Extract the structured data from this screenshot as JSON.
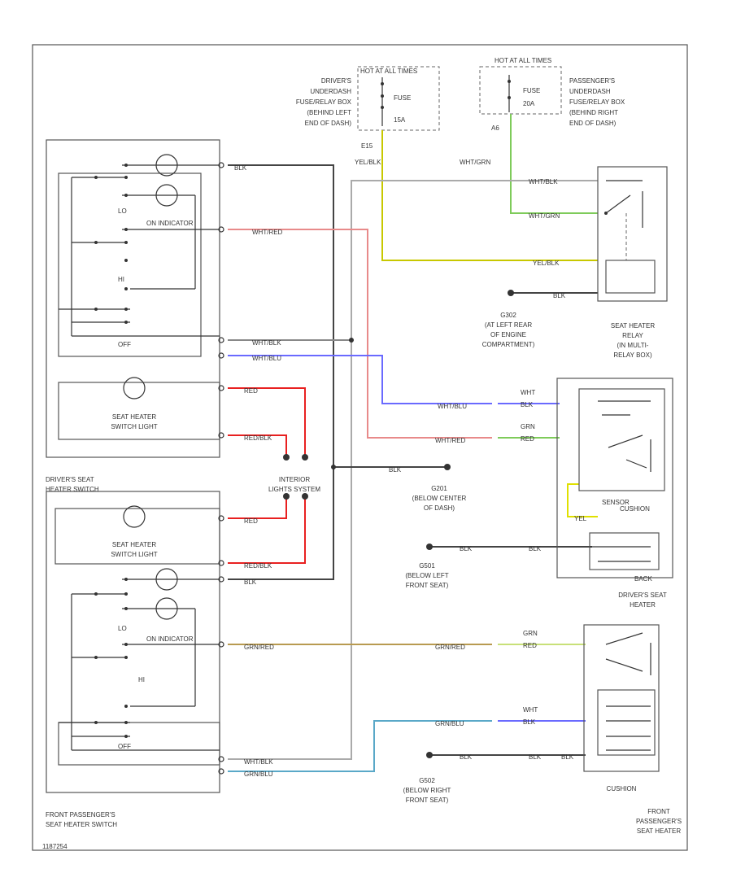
{
  "fuse_boxes": {
    "drivers": {
      "header": "HOT AT ALL TIMES",
      "fuse_label": "FUSE",
      "fuse_rating": "15A",
      "location": [
        "DRIVER'S",
        "UNDERDASH",
        "FUSE/RELAY BOX",
        "(BEHIND LEFT",
        "END OF DASH)"
      ]
    },
    "passengers": {
      "header": "HOT AT ALL TIMES",
      "fuse_label": "FUSE",
      "fuse_rating": "20A",
      "location": [
        "PASSENGER'S",
        "UNDERDASH",
        "FUSE/RELAY BOX",
        "(BEHIND RIGHT",
        "END OF DASH)"
      ]
    }
  },
  "connector_labels": {
    "e15": "E15",
    "yel_blk_top": "YEL/BLK",
    "wht_grn_top": "WHT/GRN",
    "a6": "A6"
  },
  "components": {
    "relay": [
      "SEAT HEATER",
      "RELAY",
      "(IN MULTI-",
      "RELAY BOX)"
    ],
    "g302": [
      "G302",
      "(AT LEFT REAR",
      "OF ENGINE",
      "COMPARTMENT)"
    ],
    "g201": [
      "G201",
      "(BELOW CENTER",
      "OF DASH)"
    ],
    "g501": [
      "G501",
      "(BELOW LEFT",
      "FRONT SEAT)"
    ],
    "g502": [
      "G502",
      "(BELOW RIGHT",
      "FRONT SEAT)"
    ],
    "interior_lights": [
      "INTERIOR",
      "LIGHTS SYSTEM"
    ],
    "switch_light": [
      "SEAT HEATER",
      "SWITCH LIGHT"
    ],
    "drivers_switch": [
      "DRIVER'S SEAT",
      "HEATER SWITCH"
    ],
    "passengers_switch": [
      "FRONT PASSENGER'S",
      "SEAT HEATER SWITCH"
    ],
    "drivers_heater": [
      "DRIVER'S SEAT",
      "HEATER"
    ],
    "passengers_heater": [
      "FRONT",
      "PASSENGER'S",
      "SEAT HEATER"
    ],
    "back": "BACK",
    "cushion": "CUSHION",
    "cushion_inner": "CUSHION",
    "sensor": "SENSOR"
  },
  "switch_positions": {
    "lo": "LO",
    "hi": "HI",
    "off": "OFF",
    "on_indicator": "ON INDICATOR"
  },
  "wire_labels": {
    "blk": "BLK",
    "wht_red": "WHT/RED",
    "wht_blk": "WHT/BLK",
    "red": "RED",
    "red_blk": "RED/BLK",
    "yel_blk": "YEL/BLK",
    "wht_grn": "WHT/GRN",
    "wht_blu": "WHT/BLU",
    "grn_red": "GRN/RED",
    "grn_blu": "GRN/BLU",
    "yel": "YEL",
    "wht": "WHT",
    "grn": "GRN"
  },
  "footer_code": "1187254",
  "colors": {
    "blk": "#444444",
    "wht_red": "#e88a8a",
    "wht_blk": "#aaaaaa",
    "red": "#e82020",
    "yel": "#c8c800",
    "wht_grn": "#7ecb5a",
    "wht_blu": "#6a6aff",
    "grn_red": "#b89a50",
    "grn_blu": "#5aa8c8"
  }
}
